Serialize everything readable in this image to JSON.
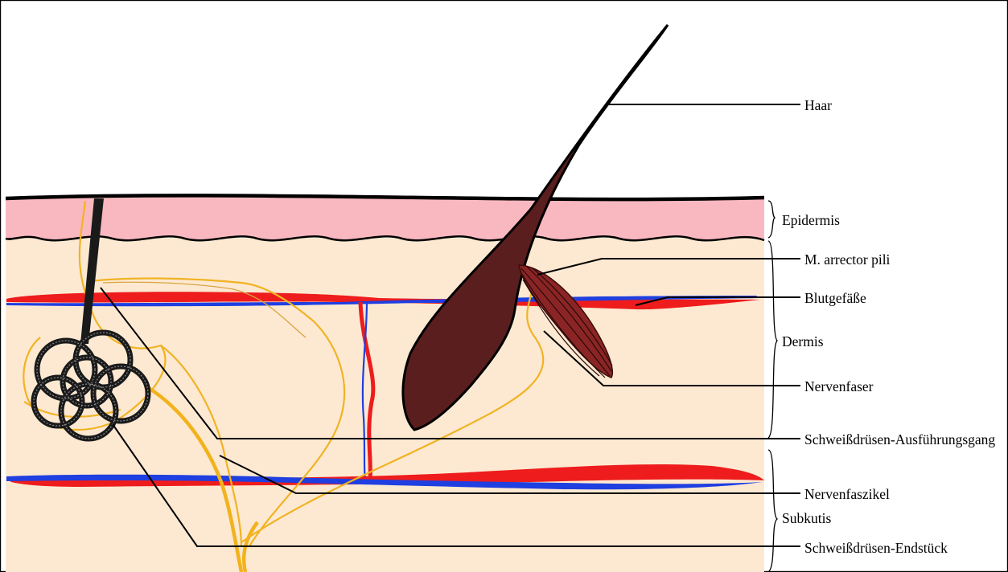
{
  "labels": {
    "haar": "Haar",
    "epidermis": "Epidermis",
    "m_arrector_pili": "M. arrector pili",
    "blutgefaesse": "Blutgefäße",
    "dermis": "Dermis",
    "nervenfaser": "Nervenfaser",
    "ausfuehrungsgang": "Schweißdrüsen-Ausführungsgang",
    "nervenfaszikel": "Nervenfaszikel",
    "subkutis": "Subkutis",
    "endstueck": "Schweißdrüsen-Endstück"
  },
  "colors": {
    "epidermis": "#f9b8bf",
    "dermis": "#fde9d2",
    "hair": "#5a1e1e",
    "muscle": "#8b2525",
    "artery": "#ee1c1c",
    "vein": "#1f3fe0",
    "nerve": "#f2b21c",
    "sweat_gland": "#1a1a1a"
  }
}
